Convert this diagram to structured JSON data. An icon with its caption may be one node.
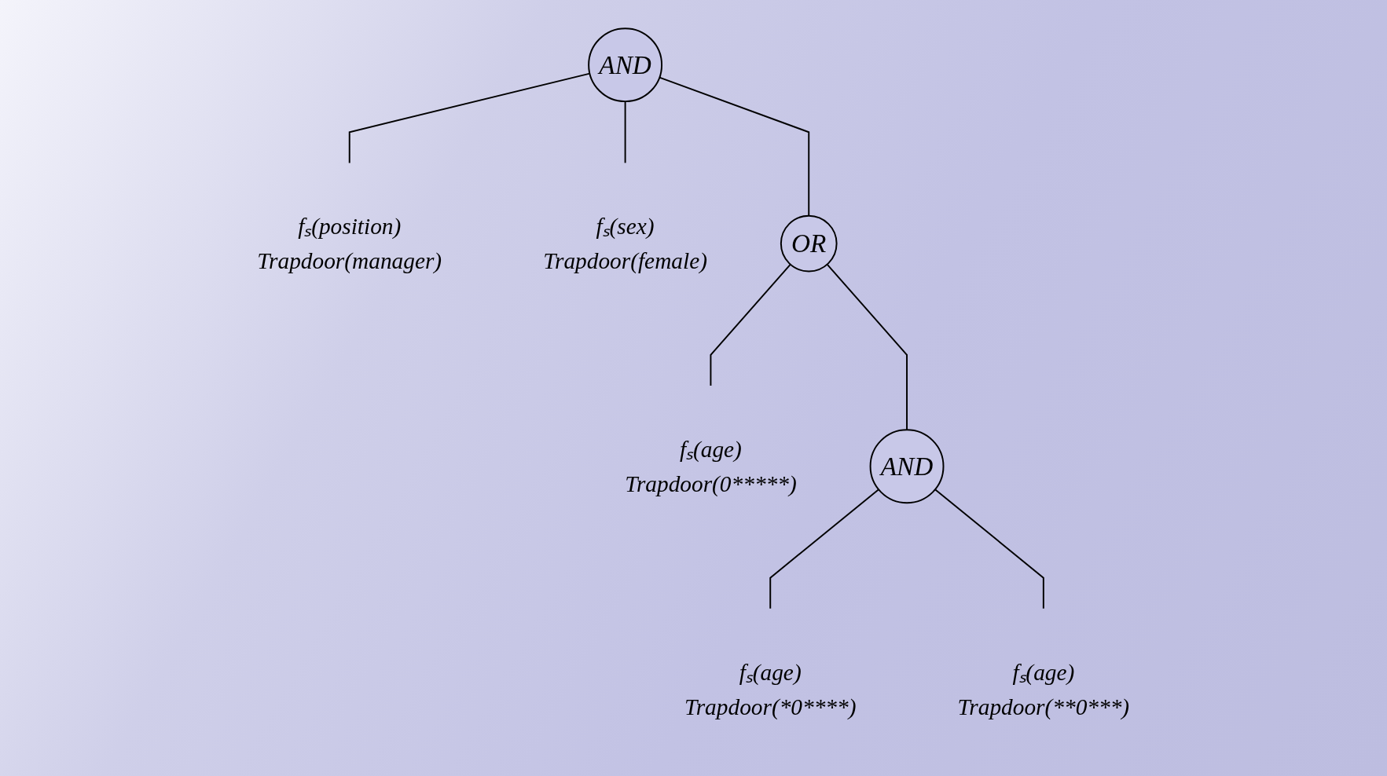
{
  "diagram": {
    "nodes": [
      {
        "text": [
          "AND"
        ]
      },
      {
        "text": [
          "fₛ(position)",
          "Trapdoor(manager)"
        ]
      },
      {
        "text": [
          "fₛ(sex)",
          "Trapdoor(female)"
        ]
      },
      {
        "text": [
          "OR"
        ]
      },
      {
        "text": [
          "fₛ(age)",
          "Trapdoor(0*****)"
        ]
      },
      {
        "text": [
          "AND"
        ]
      },
      {
        "text": [
          "fₛ(age)",
          "Trapdoor(*0****)"
        ]
      },
      {
        "text": [
          "fₛ(age)",
          "Trapdoor(**0***)"
        ]
      }
    ],
    "edges": [
      {
        "from": 0,
        "to": 1,
        "arrow": "none"
      },
      {
        "from": 0,
        "to": 2,
        "arrow": "none"
      },
      {
        "from": 0,
        "to": 3,
        "arrow": "none"
      },
      {
        "from": 3,
        "to": 4,
        "arrow": "none"
      },
      {
        "from": 3,
        "to": 5,
        "arrow": "none"
      },
      {
        "from": 5,
        "to": 6,
        "arrow": "none"
      },
      {
        "from": 5,
        "to": 7,
        "arrow": "none"
      }
    ]
  }
}
